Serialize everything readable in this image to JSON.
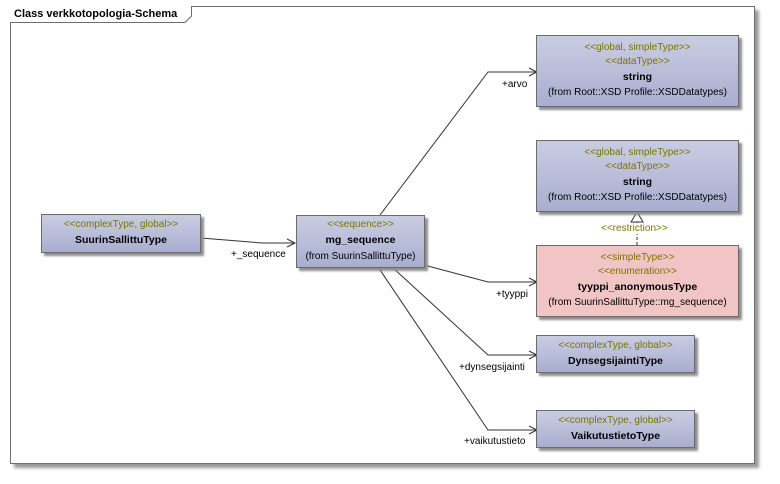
{
  "frame": {
    "title": "Class verkkotopologia-Schema"
  },
  "classes": {
    "string_top": {
      "stereo1": "<<global, simpleType>>",
      "stereo2": "<<dataType>>",
      "name": "string",
      "from": "(from Root::XSD Profile::XSDDatatypes)"
    },
    "string_mid": {
      "stereo1": "<<global, simpleType>>",
      "stereo2": "<<dataType>>",
      "name": "string",
      "from": "(from Root::XSD Profile::XSDDatatypes)"
    },
    "suurin": {
      "stereo1": "<<complexType, global>>",
      "name": "SuurinSallittuType"
    },
    "mg_sequence": {
      "stereo1": "<<sequence>>",
      "name": "mg_sequence",
      "from": "(from SuurinSallittuType)"
    },
    "tyyppi": {
      "stereo1": "<<simpleType>>",
      "stereo2": "<<enumeration>>",
      "name": "tyyppi_anonymousType",
      "from": "(from SuurinSallittuType::mg_sequence)"
    },
    "dynseg": {
      "stereo1": "<<complexType, global>>",
      "name": "DynsegsijaintiType"
    },
    "vaikutus": {
      "stereo1": "<<complexType, global>>",
      "name": "VaikutustietoType"
    }
  },
  "connectors": {
    "sequence_label": "+_sequence",
    "arvo_label": "+arvo",
    "tyyppi_label": "+tyyppi",
    "dynseg_label": "+dynsegsijainti",
    "vaikutus_label": "+vaikutustieto",
    "restriction_label": "<<restriction>>"
  },
  "colors": {
    "class_fill": "#b8bcd9",
    "enum_fill": "#f1c5c5",
    "stereotype_text": "#7d7300",
    "line": "#333333"
  }
}
